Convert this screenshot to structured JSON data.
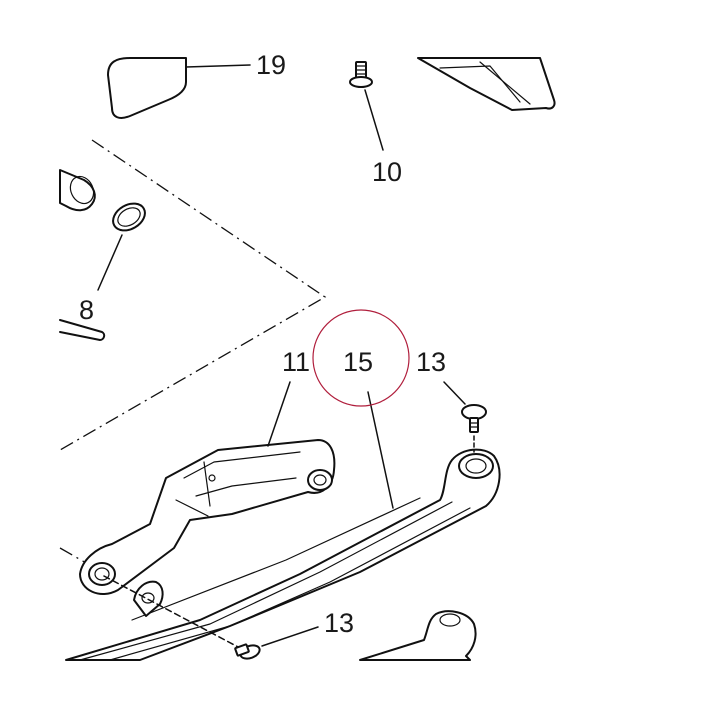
{
  "callouts": {
    "c19": "19",
    "c10": "10",
    "c8": "8",
    "c11": "11",
    "c15": "15",
    "c13a": "13",
    "c13b": "13"
  },
  "highlight": {
    "target": "15",
    "color": "#b01e3c"
  },
  "colors": {
    "line": "#111111",
    "text": "#1a1a1a",
    "background": "#ffffff"
  }
}
